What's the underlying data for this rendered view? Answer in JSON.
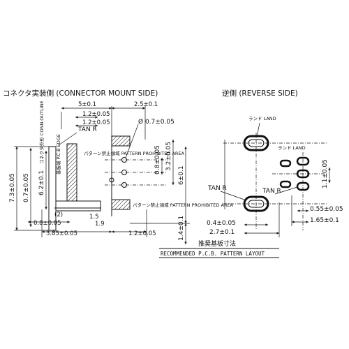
{
  "left_view": {
    "title": "コネクタ実装側 (CONNECTOR MOUNT SIDE)",
    "top_dims": [
      "5±0.1",
      "2.5±0.1",
      "1.2±0.05",
      "1.2±0.05",
      "0.7±0.05"
    ],
    "tan_label": "TAN R",
    "side_label_outline": "コネクタ外形 CONN.OUTLINE",
    "side_label_edge": "基板端 P.C.B EDGE",
    "pattern_label_top": "パターン禁止領域 PATTERN PROHIBITED AREA",
    "pattern_label_bottom": "パターン禁止領域 PATTERN PROHIBITED AREA",
    "hole_dim": "Ø 0.7±0.05",
    "left_dims": [
      "7.3±0.05",
      "0.7±0.05",
      "6.2±0.1"
    ],
    "right_dims": [
      "0.8±0.05",
      "3.2±0.05",
      "6±0.1",
      "1.4±0.1"
    ],
    "bottom_dims": [
      "(2)",
      "0.8±0.05",
      "1.5",
      "1.9",
      "3.85±0.05",
      "1.2±0.05"
    ]
  },
  "right_view": {
    "title": "逆側 (REVERSE SIDE)",
    "land_label_1": "ランド LAND",
    "land_label_2": "ランド LAND",
    "tan_label_1": "TAN R",
    "tan_label_2": "TAN R",
    "dims": [
      "1.1±0.05",
      "0.55±0.05",
      "1.65±0.1",
      "0.4±0.05",
      "2.7±0.1"
    ]
  },
  "footer": {
    "title_jp": "推奨基板寸法",
    "title_en": "RECOMMENDED P.C.B. PATTERN LAYOUT"
  }
}
